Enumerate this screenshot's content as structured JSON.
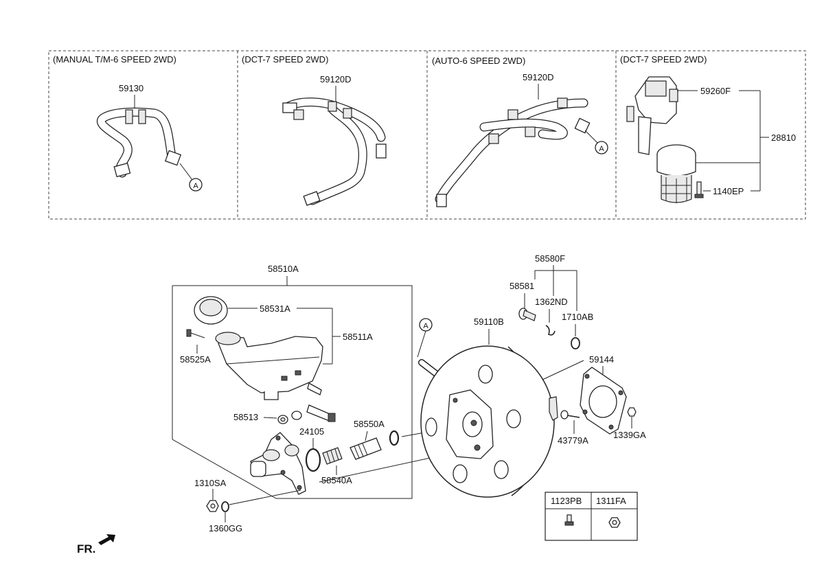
{
  "panels": [
    {
      "header": "(MANUAL T/M-6 SPEED 2WD)",
      "part": "59130",
      "callout": "A"
    },
    {
      "header": "(DCT-7 SPEED 2WD)",
      "part": "59120D"
    },
    {
      "header": "(AUTO-6 SPEED 2WD)",
      "part": "59120D",
      "callout": "A"
    },
    {
      "header": "(DCT-7 SPEED 2WD)",
      "parts": [
        "59260F",
        "28810",
        "1140EP"
      ]
    }
  ],
  "labels": {
    "p58510A": "58510A",
    "p58531A": "58531A",
    "p58511A": "58511A",
    "p58525A": "58525A",
    "p58513": "58513",
    "p24105": "24105",
    "p58550A": "58550A",
    "p58540A": "58540A",
    "p1310SA": "1310SA",
    "p1360GG": "1360GG",
    "p58580F": "58580F",
    "p58581": "58581",
    "p1362ND": "1362ND",
    "p1710AB": "1710AB",
    "p59110B": "59110B",
    "p59144": "59144",
    "p43779A": "43779A",
    "p1339GA": "1339GA",
    "callout_a": "A"
  },
  "legend": {
    "col1": "1123PB",
    "col2": "1311FA"
  },
  "fr_label": "FR."
}
